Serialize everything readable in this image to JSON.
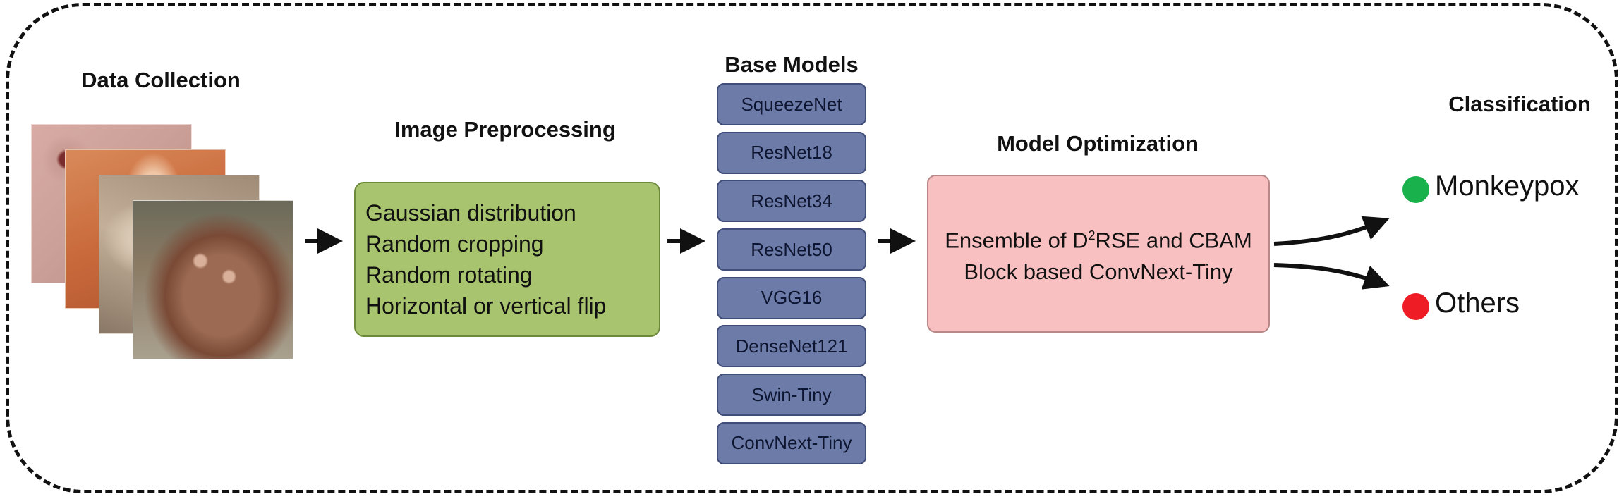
{
  "diagram": {
    "data_collection": {
      "heading": "Data Collection"
    },
    "image_preprocessing": {
      "heading": "Image Preprocessing",
      "steps": [
        "Gaussian distribution",
        "Random cropping",
        "Random rotating",
        "Horizontal or vertical flip"
      ],
      "color": "#a9c46e"
    },
    "base_models": {
      "heading": "Base Models",
      "models": [
        "SqueezeNet",
        "ResNet18",
        "ResNet34",
        "ResNet50",
        "VGG16",
        "DenseNet121",
        "Swin-Tiny",
        "ConvNext-Tiny"
      ],
      "color": "#6c7ba8"
    },
    "model_optimization": {
      "heading": "Model Optimization",
      "line1_prefix": "Ensemble of D",
      "line1_superscript": "2",
      "line1_suffix": "RSE and CBAM",
      "line2": "Block based ConvNext-Tiny",
      "color": "#f8c0c0"
    },
    "classification": {
      "heading": "Classification",
      "classes": [
        {
          "label": "Monkeypox",
          "color": "#18b14c"
        },
        {
          "label": "Others",
          "color": "#ee1c24"
        }
      ]
    }
  }
}
